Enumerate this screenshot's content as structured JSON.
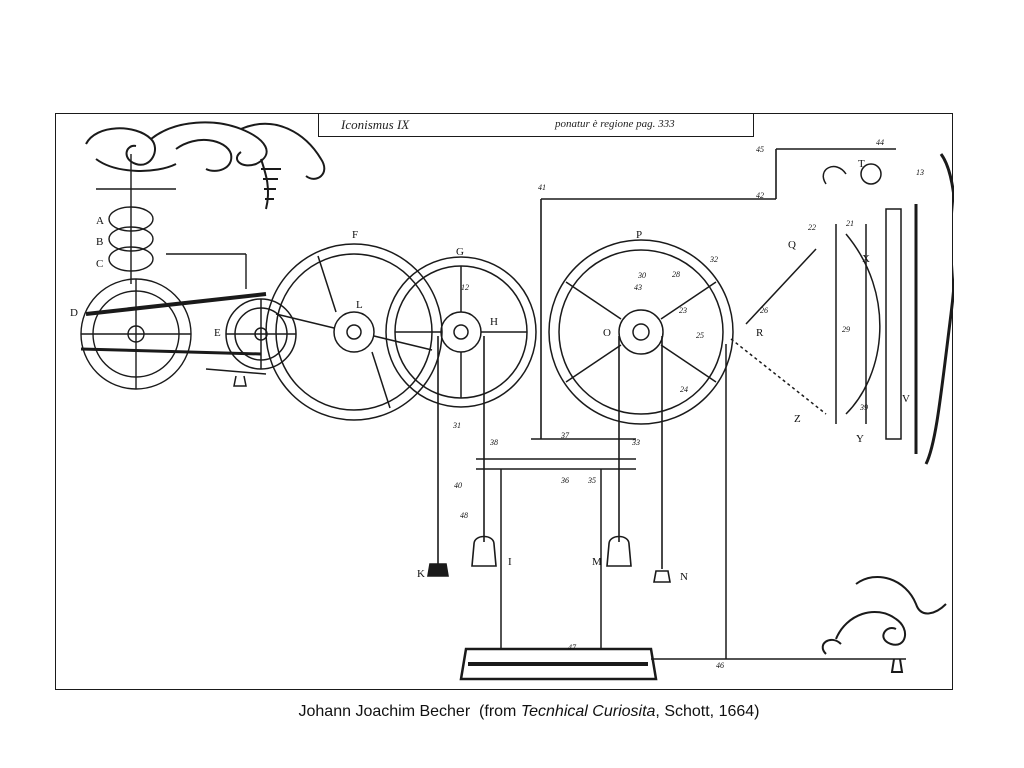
{
  "plate": {
    "header_left": "Iconismus IX",
    "header_right": "ponatur è regione pag. 333",
    "letter_labels": [
      "A",
      "B",
      "C",
      "D",
      "E",
      "F",
      "G",
      "H",
      "I",
      "K",
      "L",
      "M",
      "N",
      "O",
      "P",
      "Q",
      "R",
      "T",
      "V",
      "X",
      "Y",
      "Z"
    ],
    "number_labels": [
      "12",
      "13",
      "21",
      "22",
      "23",
      "24",
      "25",
      "26",
      "28",
      "29",
      "30",
      "31",
      "32",
      "33",
      "35",
      "36",
      "37",
      "38",
      "39",
      "40",
      "41",
      "42",
      "43",
      "44",
      "45",
      "46",
      "47",
      "48"
    ]
  },
  "caption": {
    "author": "Johann Joachim Becher",
    "open": "  (from ",
    "title": "Tecnhical Curiosita",
    "rest": ", Schott, 1664)"
  }
}
